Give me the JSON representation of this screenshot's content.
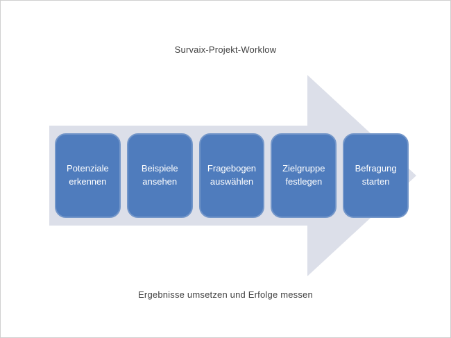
{
  "title": "Survaix-Projekt-Worklow",
  "footer": "Ergebnisse umsetzen und Erfolge messen",
  "steps": [
    "Potenziale erkennen",
    "Beispiele ansehen",
    "Fragebogen auswählen",
    "Zielgruppe festlegen",
    "Befragung starten"
  ],
  "colors": {
    "arrow": "#dcdfe9",
    "step_fill": "#4f7cbd",
    "step_border": "#7396c9",
    "step_text": "#ffffff",
    "title_text": "#3f3f3f",
    "page_border": "#cfcfcf"
  }
}
